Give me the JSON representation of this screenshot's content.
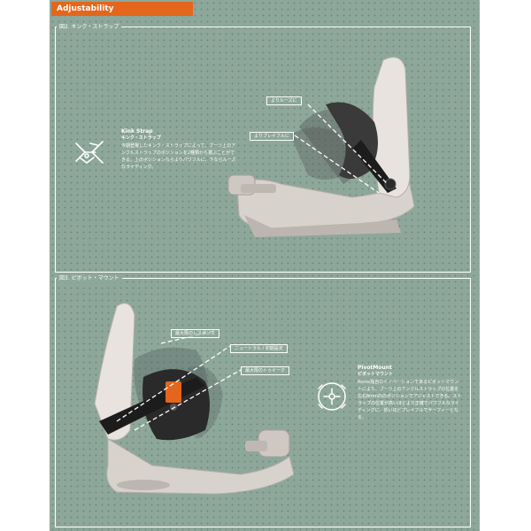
{
  "header": {
    "title": "Adjustability"
  },
  "figure_a": {
    "caption": "図2. キンク・ストラップ",
    "icon": "kink-strap-icon",
    "title": "Kink Strap",
    "subtitle": "キンク・ストラップ",
    "body": "今期登場したキンク・ストラップによって、ブーツ上のアンクルストラップのポジションを2種類から選ぶことができる。上のポジションならよりパワフルに、下ならルーズなライディング。",
    "callouts": [
      "よりルーズに",
      "よりプレイフルに"
    ]
  },
  "figure_b": {
    "caption": "図3. ピボット・マウント",
    "icon": "pivot-mount-icon",
    "title": "PivotMount",
    "subtitle": "ピボットマウント",
    "body": "Rome独自のイノベーションであるピボットマウントにより、ブーツ上のアンクルストラップの位置を左右8mm内のポジションでアジャストできる。ストラップの位置が高いほどより正確でパワフルなライディングに、低いほどプレイフルでサーフィーとなる。",
    "callouts": [
      "最大限のレスポンス",
      "ニュートラル / 初期設定",
      "最大限のトゥイーク"
    ]
  },
  "colors": {
    "accent": "#e3661c",
    "panel_bg": "#8ea79b",
    "binding": "#d8d2cc",
    "strap": "#1c1c1c"
  }
}
